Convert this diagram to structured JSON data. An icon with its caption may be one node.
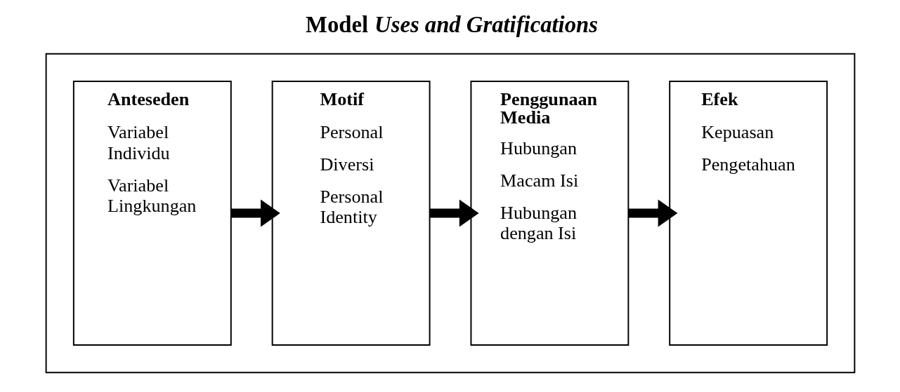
{
  "diagram": {
    "title": "Model *Uses and Gratifications*",
    "nodes": [
      {
        "text": [],
        "shape": "box"
      },
      {
        "text": [
          "Anteseden",
          "Variabel Individu",
          "Variabel Lingkungan"
        ],
        "in": 0
      },
      {
        "text": [
          "Motif",
          "Personal",
          "Diversi",
          "Personal Identity"
        ],
        "in": 0
      },
      {
        "text": [
          "Penggunaan Media",
          "Hubungan",
          "Macam Isi",
          "Hubungan dengan Isi"
        ],
        "in": 0
      },
      {
        "text": [
          "Efek",
          "Kepuasan",
          "Pengetahuan"
        ],
        "in": 0
      }
    ],
    "edges": [
      {
        "from": 1,
        "to": 2,
        "arrow": "to"
      },
      {
        "from": 2,
        "to": 3,
        "arrow": "to"
      },
      {
        "from": 3,
        "to": 4,
        "arrow": "to"
      }
    ]
  }
}
